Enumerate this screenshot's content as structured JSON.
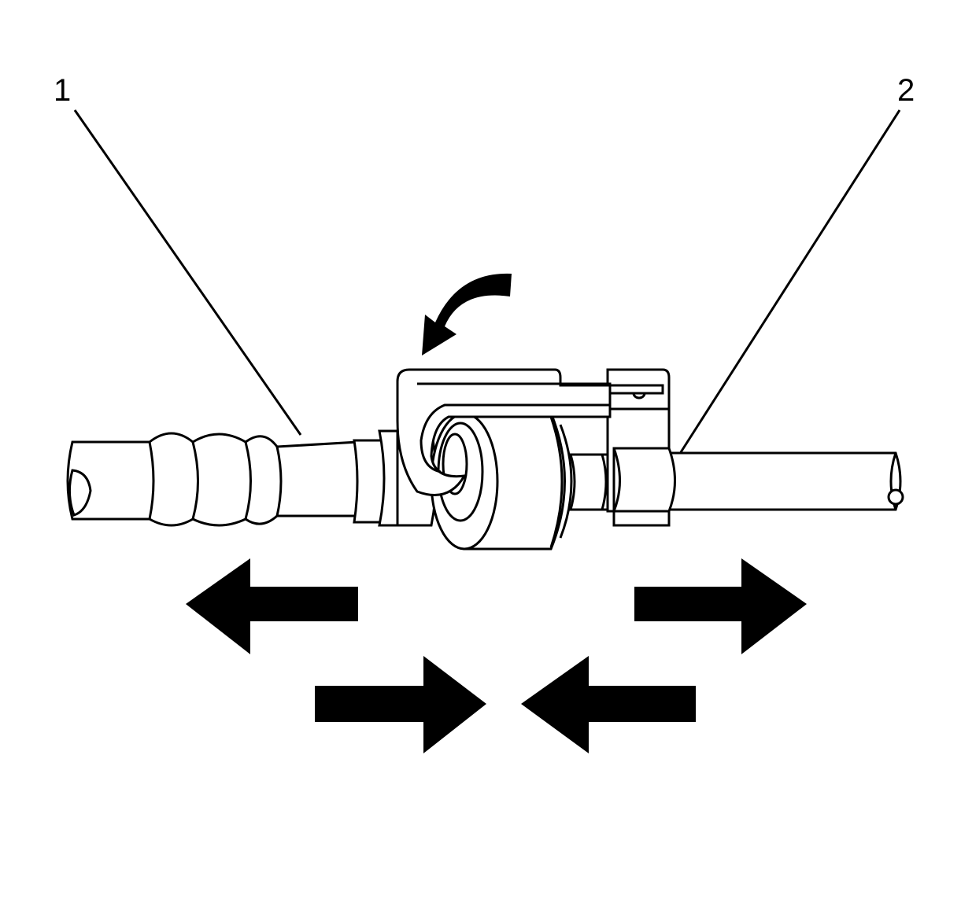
{
  "callouts": [
    {
      "id": "1",
      "label": "1"
    },
    {
      "id": "2",
      "label": "2"
    }
  ],
  "colors": {
    "line": "#000000",
    "fill": "#ffffff",
    "arrow": "#000000"
  },
  "icons": [
    "curved-rotate-arrow-icon",
    "arrow-left-icon",
    "arrow-right-icon",
    "arrow-right-icon",
    "arrow-left-icon"
  ]
}
